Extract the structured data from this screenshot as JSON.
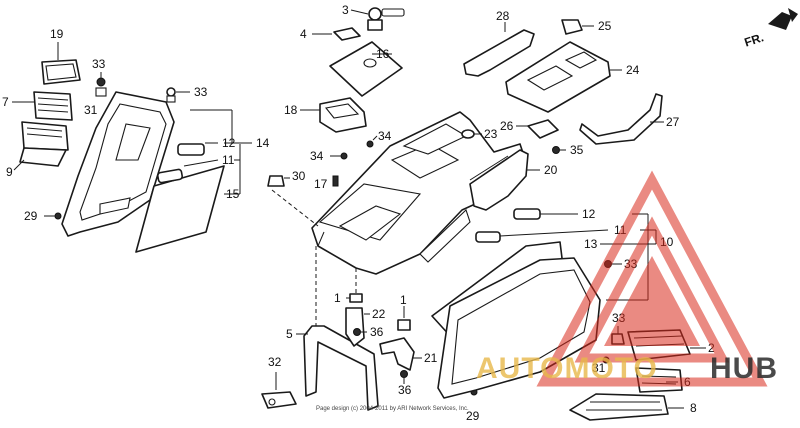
{
  "diagram": {
    "labels": {
      "l1a": "1",
      "l1b": "1",
      "l2": "2",
      "l3": "3",
      "l4": "4",
      "l5": "5",
      "l6": "6",
      "l7": "7",
      "l8": "8",
      "l9": "9",
      "l10": "10",
      "l11a": "11",
      "l11b": "11",
      "l12a": "12",
      "l12b": "12",
      "l13": "13",
      "l14": "14",
      "l15": "15",
      "l16": "16",
      "l17": "17",
      "l18": "18",
      "l19": "19",
      "l20": "20",
      "l21": "21",
      "l22": "22",
      "l23": "23",
      "l24": "24",
      "l25": "25",
      "l26": "26",
      "l27": "27",
      "l28": "28",
      "l29a": "29",
      "l29b": "29",
      "l30": "30",
      "l31a": "31",
      "l31b": "31",
      "l32": "32",
      "l33a": "33",
      "l33b": "33",
      "l33c": "33",
      "l33d": "33",
      "l34a": "34",
      "l34b": "34",
      "l35": "35",
      "l36a": "36",
      "l36b": "36"
    },
    "direction_marker": "FR.",
    "footnote": "Page design (c) 2004-2011 by ARI Network Services, Inc."
  },
  "watermark": {
    "text_left": "AUTOMOTO",
    "text_right": "HUB",
    "color_brand": "#d92a1c",
    "color_text_left": "#e8b84a",
    "color_text_right": "#2b2b2b"
  }
}
